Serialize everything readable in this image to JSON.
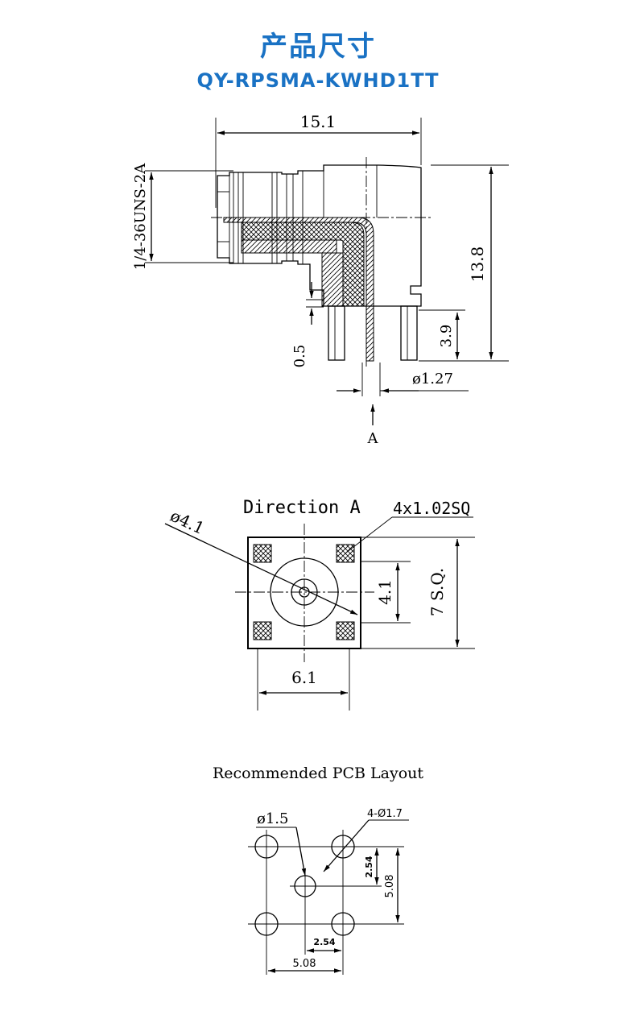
{
  "header": {
    "title": "产品尺寸",
    "model": "QY-RPSMA-KWHD1TT"
  },
  "side_view": {
    "dim_length": "15.1",
    "dim_thread": "1/4-36UNS-2A",
    "dim_height": "13.8",
    "dim_pin_length": "3.9",
    "dim_offset": "0.5",
    "dim_pin_dia": "ø1.27",
    "view_marker": "A"
  },
  "direction_a": {
    "heading": "Direction A",
    "dim_body_dia": "ø4.1",
    "dim_pins": "4x1.02SQ",
    "dim_inner": "4.1",
    "dim_square": "7 S.Q.",
    "dim_width": "6.1"
  },
  "pcb_layout": {
    "heading": "Recommended PCB Layout",
    "dim_center_hole": "ø1.5",
    "dim_holes": "4-Ø1.7",
    "dim_pitch_v": "2.54",
    "dim_span_v": "5.08",
    "dim_pitch_h": "2.54",
    "dim_span_h": "5.08"
  },
  "colors": {
    "title": "#1a72c4",
    "line": "#000000"
  }
}
